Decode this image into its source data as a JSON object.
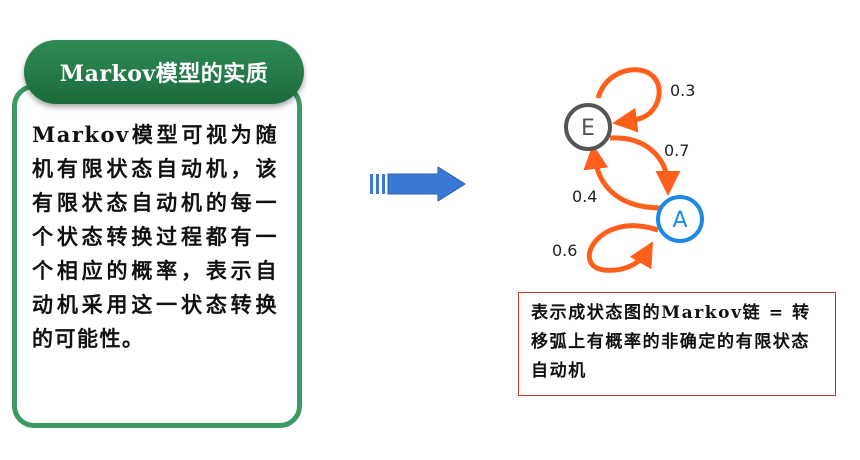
{
  "panel": {
    "title": "Markov模型的实质",
    "body": "Markov模型可视为随机有限状态自动机，该有限状态自动机的每一个状态转换过程都有一个相应的概率，表示自动机采用这一状态转换的可能性。"
  },
  "diagram": {
    "nodes": [
      {
        "id": "E",
        "label": "E"
      },
      {
        "id": "A",
        "label": "A"
      }
    ],
    "edges": [
      {
        "from": "E",
        "to": "E",
        "label": "0.3"
      },
      {
        "from": "E",
        "to": "A",
        "label": "0.7"
      },
      {
        "from": "A",
        "to": "E",
        "label": "0.4"
      },
      {
        "from": "A",
        "to": "A",
        "label": "0.6"
      }
    ],
    "colors": {
      "arrow": "#ff5f1a",
      "node_e": "#555555",
      "node_a": "#1e88e5",
      "block_arrow": "#3b78d6"
    }
  },
  "caption": "表示成状态图的Markov链 = 转移弧上有概率的非确定的有限状态自动机"
}
